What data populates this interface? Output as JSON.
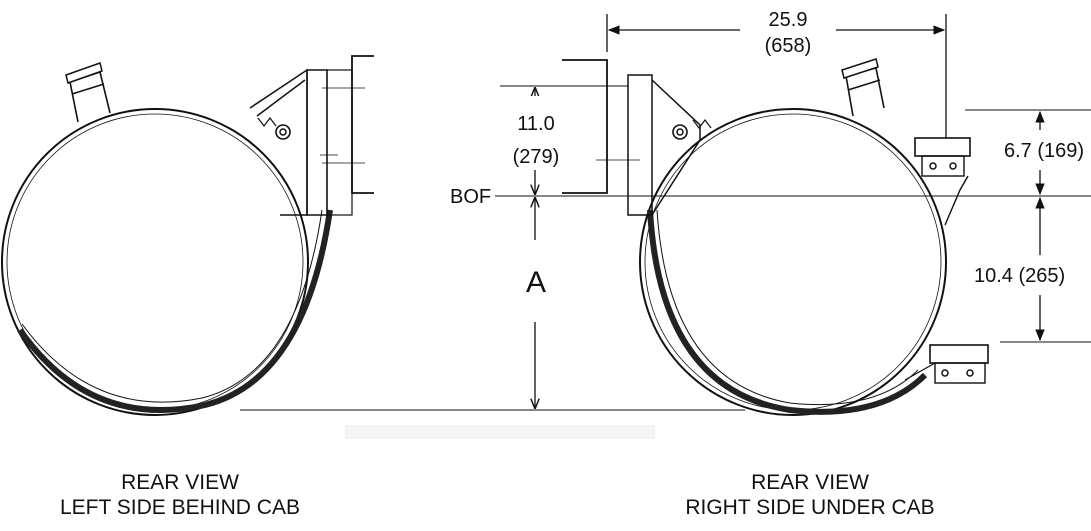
{
  "dimensions": {
    "width_in": "25.9",
    "width_mm": "(658)",
    "height_in": "11.0",
    "height_mm": "(279)",
    "bof": "BOF",
    "a_label": "A",
    "upper_offset": "6.7 (169)",
    "lower_offset": "10.4 (265)"
  },
  "captions": {
    "left_line1": "REAR VIEW",
    "left_line2": "LEFT SIDE BEHIND CAB",
    "right_line1": "REAR VIEW",
    "right_line2": "RIGHT SIDE UNDER CAB"
  }
}
